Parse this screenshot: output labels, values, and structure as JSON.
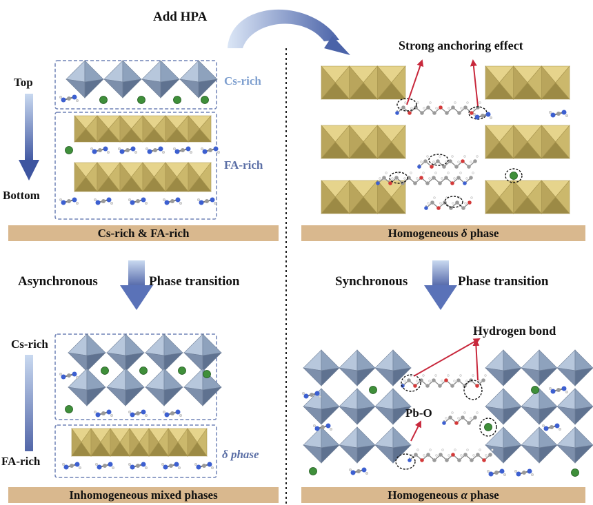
{
  "top_arrow_label": "Add HPA",
  "left_top": {
    "cs_rich_label": "Cs-rich",
    "fa_rich_label": "FA-rich",
    "gradient_top": "Top",
    "gradient_bottom": "Bottom",
    "bar_caption": "Cs-rich & FA-rich"
  },
  "right_top": {
    "callout": "Strong anchoring effect",
    "bar_caption_prefix": "Homogeneous ",
    "bar_caption_symbol": "δ",
    "bar_caption_suffix": " phase"
  },
  "left_transition": {
    "left": "Asynchronous",
    "right": "Phase transition"
  },
  "right_transition": {
    "left": "Synchronous",
    "right": "Phase transition"
  },
  "left_bottom": {
    "gradient_top": "Cs-rich",
    "gradient_bottom": "FA-rich",
    "delta_label": "δ phase",
    "bar_caption": "Inhomogeneous mixed phases"
  },
  "right_bottom": {
    "callout": "Hydrogen bond",
    "pbo_label": "Pb-O",
    "bar_caption_prefix": "Homogeneous ",
    "bar_caption_symbol": "α",
    "bar_caption_suffix": " phase"
  },
  "colors": {
    "caption_bar": "#d9b88e",
    "alpha_octahedron": "#8aa0bc",
    "delta_octahedron": "#d4bf73",
    "cs_atom": "#3f8f3a",
    "arrow": "#5a72b8",
    "red_arrow": "#c8283c"
  }
}
